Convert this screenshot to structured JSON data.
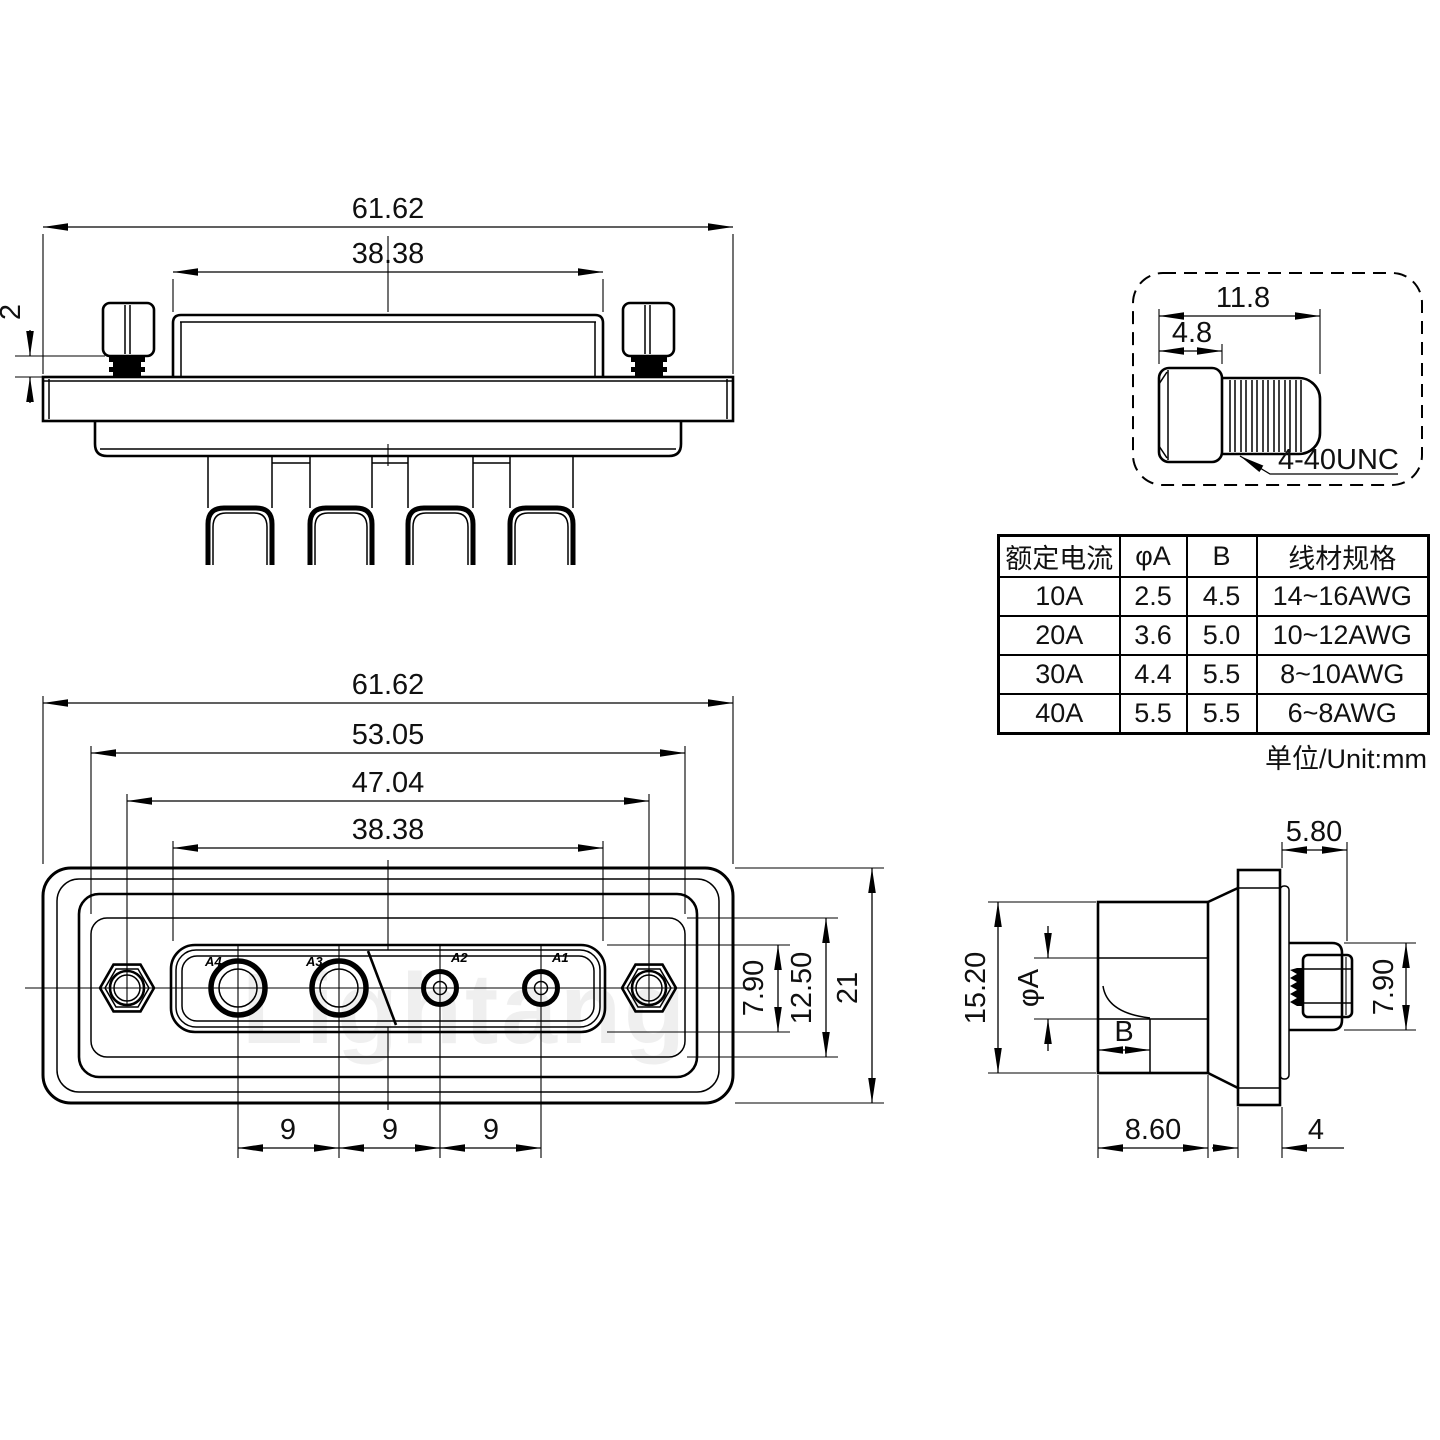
{
  "watermark": "Lightang",
  "unit_note": "单位/Unit:mm",
  "spec_table": {
    "headers": [
      "额定电流",
      "φA",
      "B",
      "线材规格"
    ],
    "rows": [
      [
        "10A",
        "2.5",
        "4.5",
        "14~16AWG"
      ],
      [
        "20A",
        "3.6",
        "5.0",
        "10~12AWG"
      ],
      [
        "30A",
        "4.4",
        "5.5",
        "8~10AWG"
      ],
      [
        "40A",
        "5.5",
        "5.5",
        "6~8AWG"
      ]
    ]
  },
  "top_view": {
    "dim_overall": "61.62",
    "dim_shroud": "38.38",
    "dim_standoff": "2"
  },
  "screw_detail": {
    "dim_length": "11.8",
    "dim_head": "4.8",
    "thread_label": "4-40UNC"
  },
  "front_view": {
    "dim_overall": "61.62",
    "dim_boss_width": "53.05",
    "dim_screw_centers": "47.04",
    "dim_insert_width": "38.38",
    "dim_pitch": [
      "9",
      "9",
      "9"
    ],
    "dim_insert_height": "7.90",
    "dim_boss_height": "12.50",
    "dim_overall_height": "21",
    "contact_labels": [
      "A4",
      "A3",
      "A2",
      "A1"
    ]
  },
  "side_view": {
    "dim_nut_span": "5.80",
    "dim_body_dia": "15.20",
    "dim_bore_dia": "φA",
    "dim_bore_depth": "B",
    "dim_screwlock_height": "7.90",
    "dim_body_len": "8.60",
    "dim_flange_thk": "4"
  }
}
